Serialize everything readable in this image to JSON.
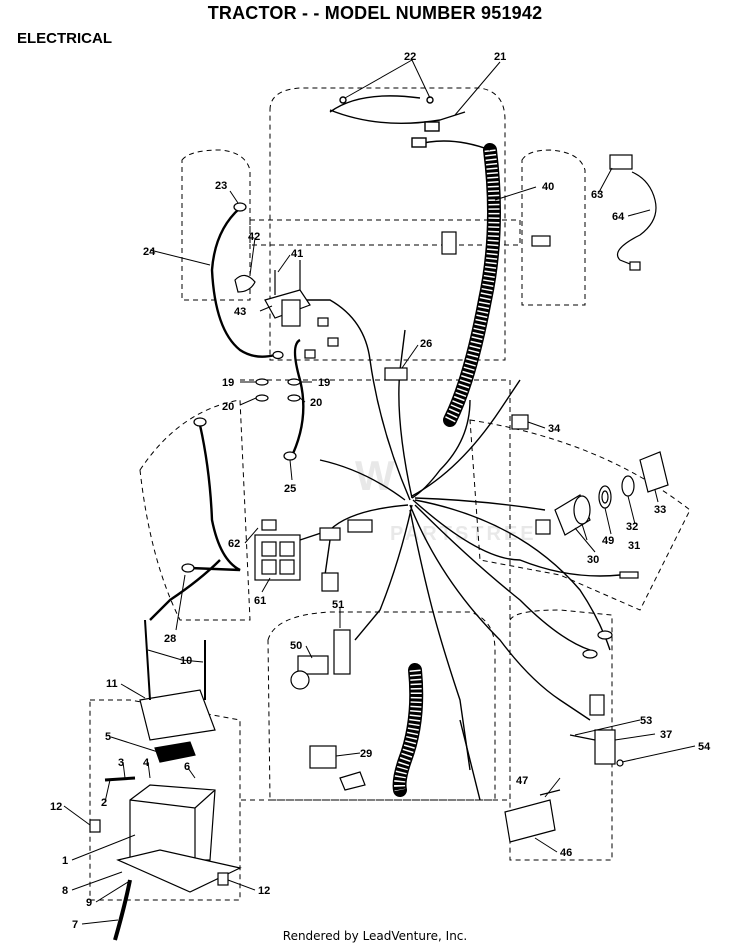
{
  "header": {
    "title": "TRACTOR - - MODEL NUMBER 951942",
    "section": "ELECTRICAL"
  },
  "footer": {
    "rendered_by": "Rendered by LeadVenture, Inc."
  },
  "callouts": {
    "c1": "1",
    "c2": "2",
    "c3": "3",
    "c4": "4",
    "c5": "5",
    "c6": "6",
    "c7": "7",
    "c8": "8",
    "c9": "9",
    "c10": "10",
    "c11": "11",
    "c12a": "12",
    "c12b": "12",
    "c19a": "19",
    "c19b": "19",
    "c20a": "20",
    "c20b": "20",
    "c21": "21",
    "c22": "22",
    "c23": "23",
    "c24": "24",
    "c25": "25",
    "c26": "26",
    "c28": "28",
    "c29": "29",
    "c30": "30",
    "c31": "31",
    "c32": "32",
    "c33": "33",
    "c34": "34",
    "c37": "37",
    "c40": "40",
    "c41": "41",
    "c42": "42",
    "c43": "43",
    "c46": "46",
    "c47": "47",
    "c49": "49",
    "c50": "50",
    "c51": "51",
    "c53": "53",
    "c54": "54",
    "c61": "61",
    "c62": "62",
    "c63": "63",
    "c64": "64"
  },
  "watermark": {
    "logo": "W",
    "text": "PARTSTREE"
  }
}
